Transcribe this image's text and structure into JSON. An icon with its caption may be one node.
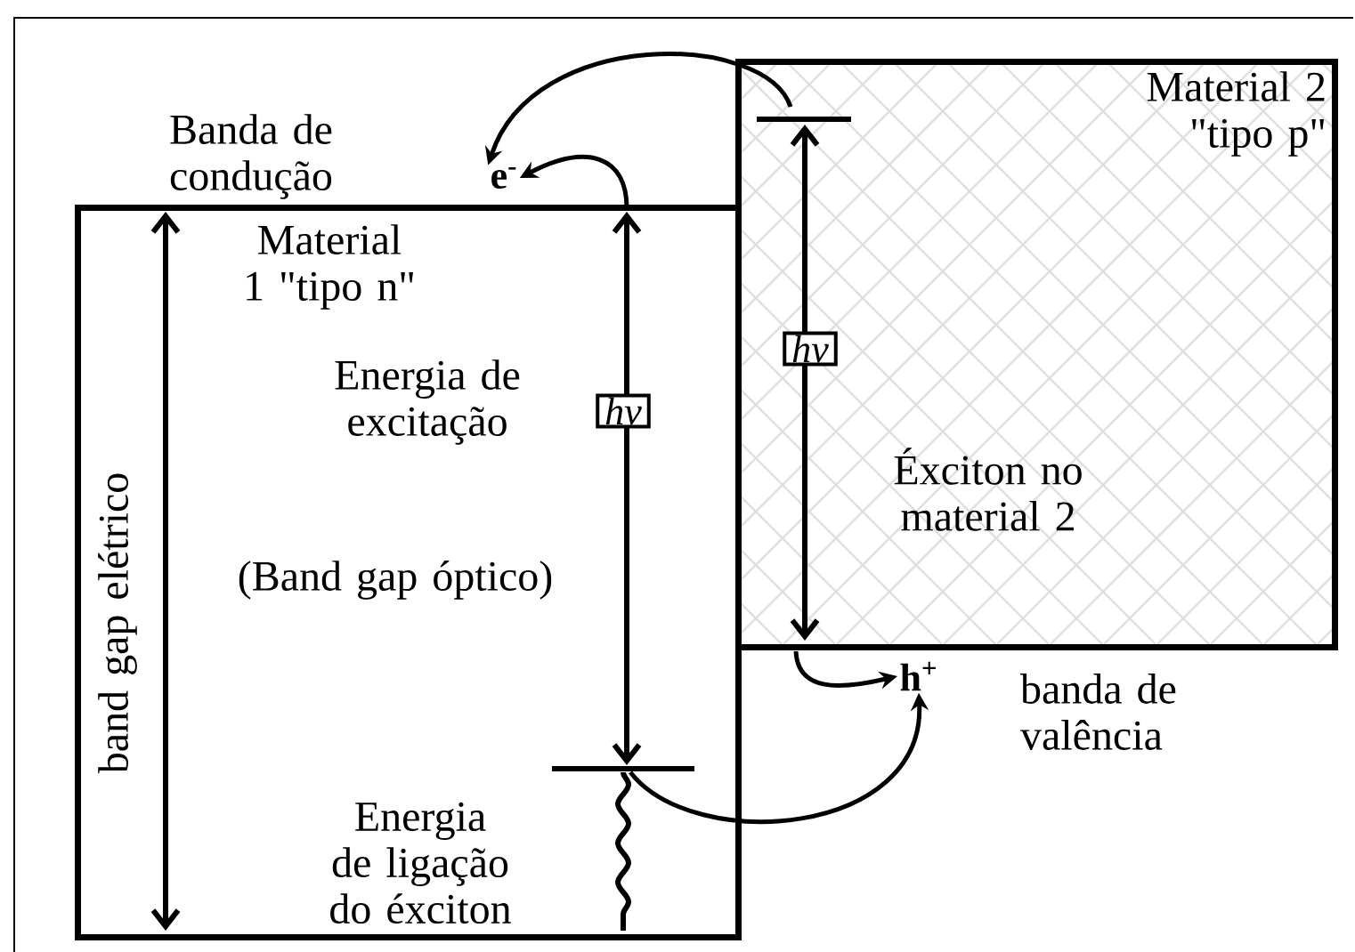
{
  "diagram": {
    "nodes": [
      {
        "text": [
          "Material 1 \"tipo n\""
        ]
      },
      {
        "text": [
          "Material 2 \"tipo p\""
        ]
      },
      {
        "text": [
          "e$^{-}$"
        ]
      },
      {
        "text": [
          "h$^{+}$"
        ]
      },
      {
        "text": [
          "hν"
        ],
        "in": 0
      },
      {
        "text": [
          "hν"
        ],
        "in": 1
      }
    ],
    "edges": [
      {
        "from": 0,
        "to": 2,
        "arrow": "to"
      },
      {
        "from": 1,
        "to": 2,
        "arrow": "to"
      },
      {
        "from": 1,
        "to": 3,
        "arrow": "to"
      },
      {
        "from": 0,
        "to": 3,
        "arrow": "to"
      }
    ],
    "labels": [
      "Banda de condução",
      "Energia de excitação",
      "band gap elétrico",
      "(Band gap óptico)",
      "Éxciton no material 2",
      "banda de valência",
      "Energia de ligação do éxciton"
    ]
  }
}
